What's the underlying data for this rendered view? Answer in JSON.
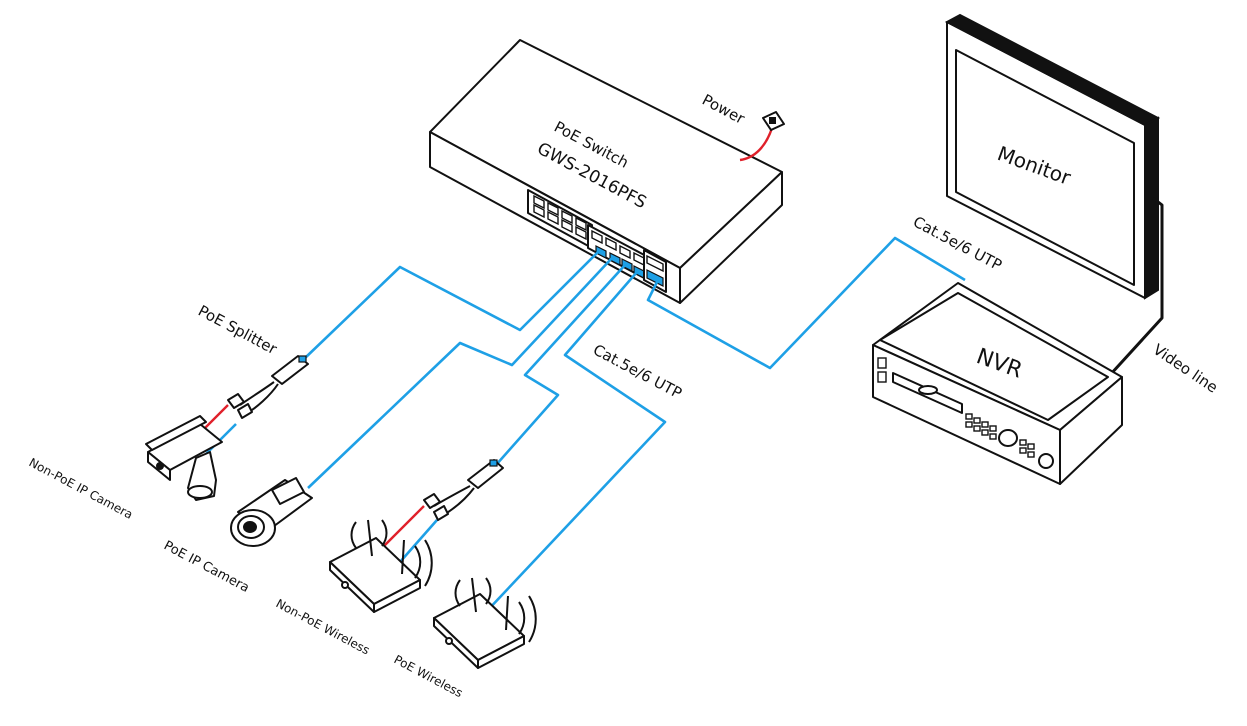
{
  "switch": {
    "line1": "PoE  Switch",
    "line2": "GWS-2016PFS"
  },
  "power_label": "Power",
  "monitor_label": "Monitor",
  "nvr_label": "NVR",
  "video_line_label": "Video line",
  "utp_label_right": "Cat.5e/6 UTP",
  "utp_label_middle": "Cat.5e/6 UTP",
  "splitter_label": "PoE Splitter",
  "devices": {
    "non_poe_ip_camera": "Non-PoE IP Camera",
    "poe_ip_camera": "PoE IP Camera",
    "non_poe_wireless": "Non-PoE Wireless",
    "poe_wireless": "PoE Wireless"
  },
  "colors": {
    "utp_cable": "#1ea0e6",
    "power_cable": "#e0202a",
    "outline": "#111111"
  }
}
